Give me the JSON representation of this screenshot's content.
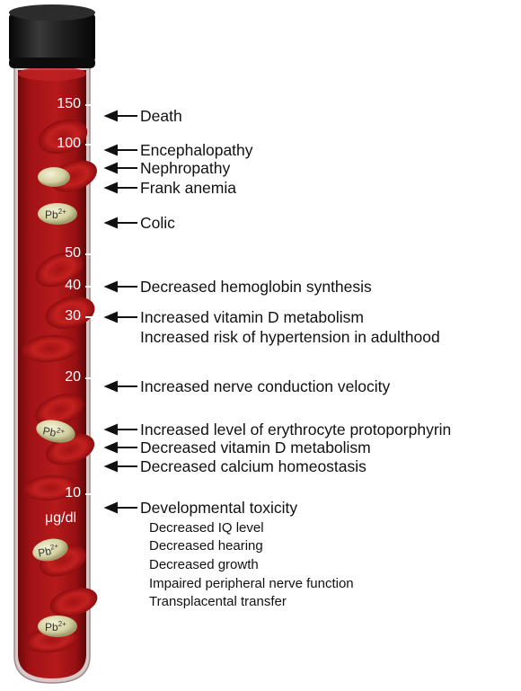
{
  "scale": {
    "unit": "μg/dl",
    "ticks": [
      {
        "value": "150",
        "key": "150"
      },
      {
        "value": "100",
        "key": "100"
      },
      {
        "value": "50",
        "key": "50"
      },
      {
        "value": "40",
        "key": "40"
      },
      {
        "value": "30",
        "key": "30"
      },
      {
        "value": "20",
        "key": "20"
      },
      {
        "value": "10",
        "key": "10"
      }
    ]
  },
  "markers": {
    "pb_label": "Pb",
    "pb_charge": "2+"
  },
  "effects": [
    {
      "label": "Death"
    },
    {
      "label": "Encephalopathy"
    },
    {
      "label": "Nephropathy"
    },
    {
      "label": "Frank anemia"
    },
    {
      "label": "Colic"
    },
    {
      "label": "Decreased hemoglobin synthesis"
    },
    {
      "label": "Increased vitamin D metabolism"
    },
    {
      "label": "Increased risk of hypertension in adulthood"
    },
    {
      "label": "Increased nerve conduction velocity"
    },
    {
      "label": "Increased level of erythrocyte protoporphyrin"
    },
    {
      "label": "Decreased vitamin D metabolism"
    },
    {
      "label": "Decreased calcium homeostasis"
    },
    {
      "label": "Developmental toxicity"
    }
  ],
  "developmental_effects": [
    {
      "label": "Decreased IQ level"
    },
    {
      "label": "Decreased hearing"
    },
    {
      "label": "Decreased growth"
    },
    {
      "label": "Impaired peripheral nerve function"
    },
    {
      "label": "Transplacental transfer"
    }
  ],
  "colors": {
    "blood": "#a81416",
    "blood_dark": "#7e0b0d",
    "cap": "#1c1c1c",
    "text": "#111111",
    "arrow": "#111111",
    "pb_token": "#d4d2a6"
  }
}
